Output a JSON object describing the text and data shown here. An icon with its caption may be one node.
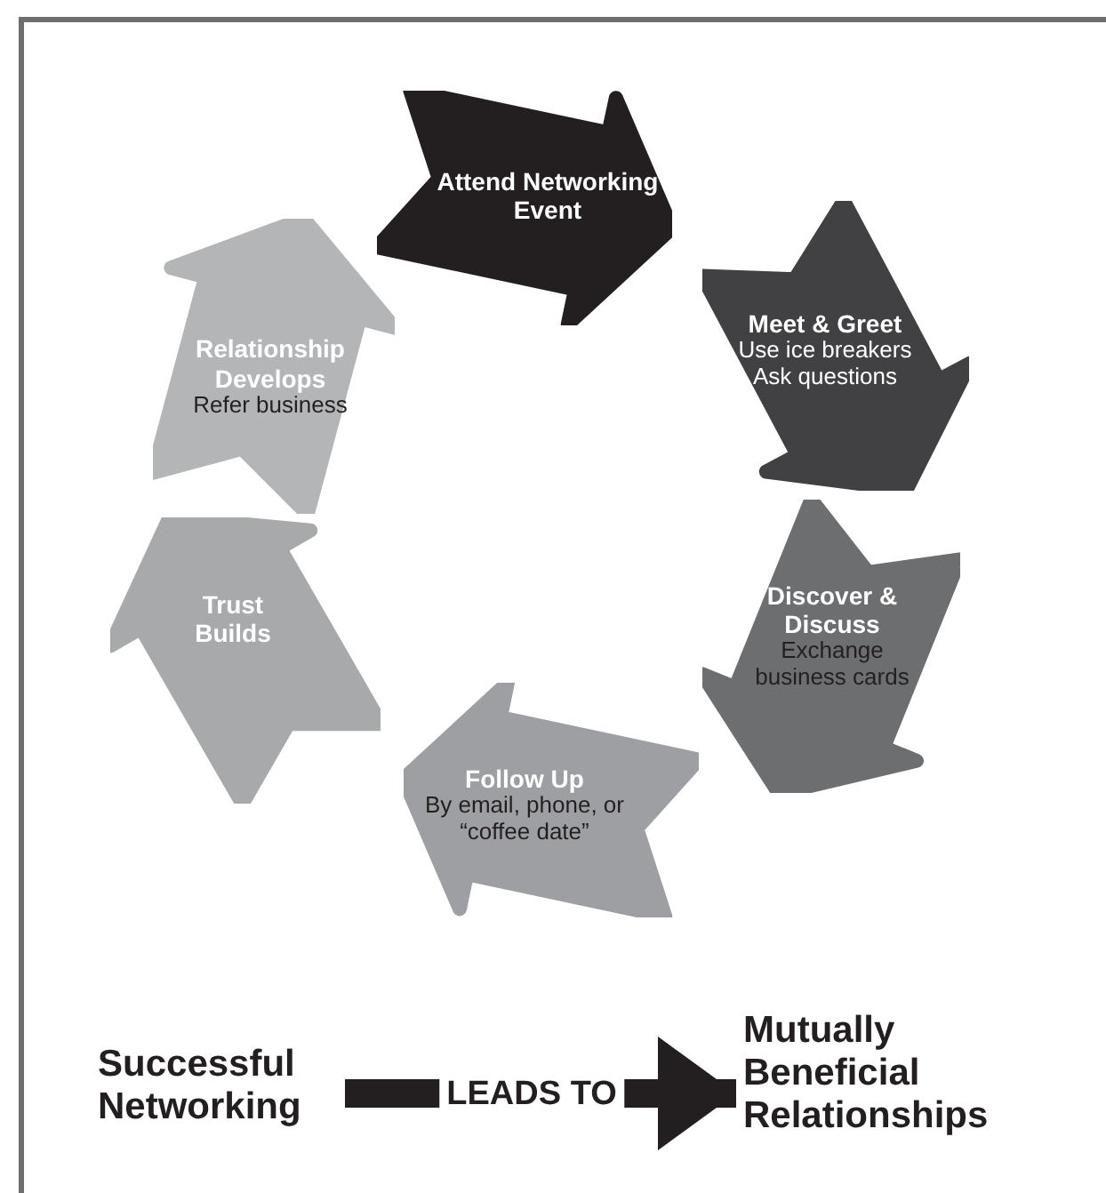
{
  "diagram": {
    "nodes": [
      {
        "text": [
          "Attend Networking Event"
        ]
      },
      {
        "text": [
          "Meet & Greet",
          "Use ice breakers",
          "Ask questions"
        ]
      },
      {
        "text": [
          "Discover & Discuss",
          "Exchange business cards"
        ]
      },
      {
        "text": [
          "Follow Up",
          "By email, phone, or “coffee date”"
        ]
      },
      {
        "text": [
          "Trust Builds"
        ]
      },
      {
        "text": [
          "Relationship Develops",
          "Refer business"
        ]
      },
      {
        "text": [
          "Successful Networking"
        ]
      },
      {
        "text": [
          "Mutually Beneficial Relationships"
        ]
      }
    ],
    "edges": [
      {
        "from": 6,
        "to": 7,
        "arrow": "to",
        "label": "LEADS TO"
      }
    ]
  }
}
